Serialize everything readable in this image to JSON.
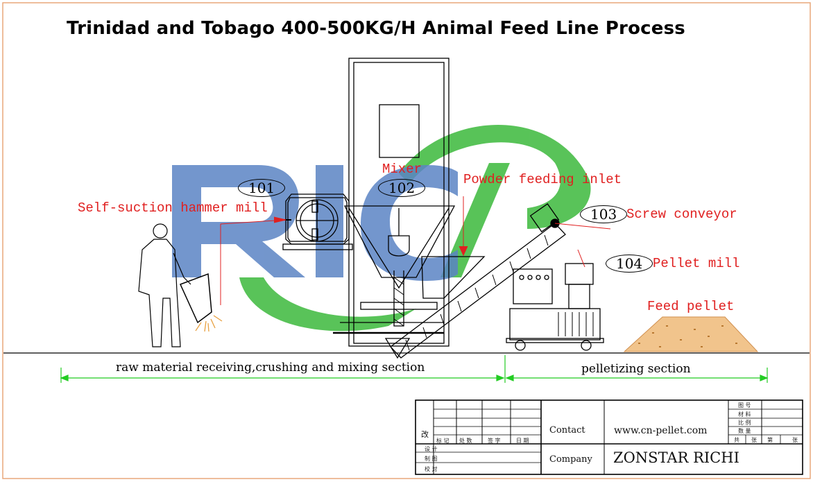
{
  "title": "Trinidad and Tobago 400-500KG/H Animal Feed Line Process",
  "equipment": [
    {
      "id": "101",
      "label": "Self-suction hammer mill"
    },
    {
      "id": "102",
      "label": "Mixer"
    },
    {
      "id": "103",
      "label": "Screw conveyor"
    },
    {
      "id": "104",
      "label": "Pellet mill"
    }
  ],
  "labels": {
    "powder_inlet": "Powder feeding inlet",
    "feed_pellet": "Feed pellet"
  },
  "watermark": "RICHI",
  "sections": {
    "left": "raw material receiving,crushing and mixing section",
    "right": "pelletizing section"
  },
  "title_block": {
    "contact_label": "Contact",
    "contact_value": "www.cn-pellet.com",
    "company_label": "Company",
    "company_value": "ZONSTAR RICHI",
    "revision": "改",
    "header_cells": [
      "标 记",
      "处 数",
      "签 字",
      "日 期"
    ],
    "rows_left": [
      "设 计",
      "制 图",
      "校 对"
    ],
    "right_labels": [
      "图 号",
      "材 料",
      "比 例",
      "数 量"
    ],
    "sheet_labels": [
      "共",
      "张",
      "第",
      "张"
    ]
  },
  "colors": {
    "label_red": "#e02020",
    "dimension_green": "#22cc22",
    "watermark_blue": "#5b84c4",
    "watermark_green": "#3cb93c",
    "border": "#e8a77a"
  }
}
